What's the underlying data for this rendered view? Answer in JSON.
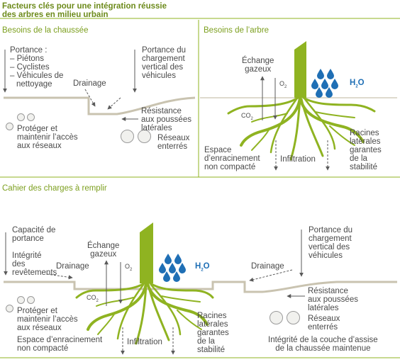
{
  "title_line1": "Facteurs clés pour une intégration réussie",
  "title_line2": "des arbres en milieu urbain",
  "top_left": {
    "heading": "Besoins de la chaussée",
    "portance_list": [
      "Portance :",
      "– Piétons",
      "– Cyclistes",
      "– Véhicules de",
      "  nettoyage"
    ],
    "portance_vertical": [
      "Portance du",
      "chargement",
      "vertical des",
      "véhicules"
    ],
    "drainage": "Drainage",
    "resistance": [
      "Résistance",
      "aux poussées",
      "latérales"
    ],
    "reseaux": [
      "Réseaux",
      "enterrés"
    ],
    "proteger": [
      "Protéger et",
      "maintenir l’accès",
      "aux réseaux"
    ]
  },
  "top_right": {
    "heading": "Besoins de l’arbre",
    "echange": [
      "Échange",
      "gazeux"
    ],
    "o2": "O",
    "co2": "CO",
    "h2o": "H",
    "espace": [
      "Espace",
      "d’enracinement",
      "non compacté"
    ],
    "infiltration": "Infiltration",
    "racines": [
      "Racines",
      "latérales",
      "garantes",
      "de la",
      "stabilité"
    ]
  },
  "bottom": {
    "heading": "Cahier des charges à remplir",
    "capacite": [
      "Capacité de",
      "portance"
    ],
    "integrite": [
      "Intégrité",
      "des",
      "revêtements"
    ],
    "drainage_left": "Drainage",
    "echange": [
      "Échange",
      "gazeux"
    ],
    "o2": "O",
    "co2": "CO",
    "h2o": "H",
    "proteger": [
      "Protéger et",
      "maintenir l’accès",
      "aux réseaux"
    ],
    "espace": [
      "Espace d’enracinement",
      "non compacté"
    ],
    "infiltration": "Infiltration",
    "racines": [
      "Racines",
      "latérales",
      "garantes",
      "de la",
      "stabilité"
    ],
    "portance_vertical": [
      "Portance du",
      "chargement",
      "vertical des",
      "véhicules"
    ],
    "drainage_right": "Drainage",
    "resistance": [
      "Résistance",
      "aux poussées",
      "latérales"
    ],
    "reseaux": [
      "Réseaux",
      "enterrés"
    ],
    "integrite_couche": [
      "Intégrité de la couche d’assise",
      "de la chaussée maintenue"
    ]
  },
  "colors": {
    "green": "#8fb321",
    "dark_green": "#6c8a1a",
    "blue": "#1f6fb5",
    "road": "#c9c3b0",
    "text": "#4a4a4a"
  }
}
